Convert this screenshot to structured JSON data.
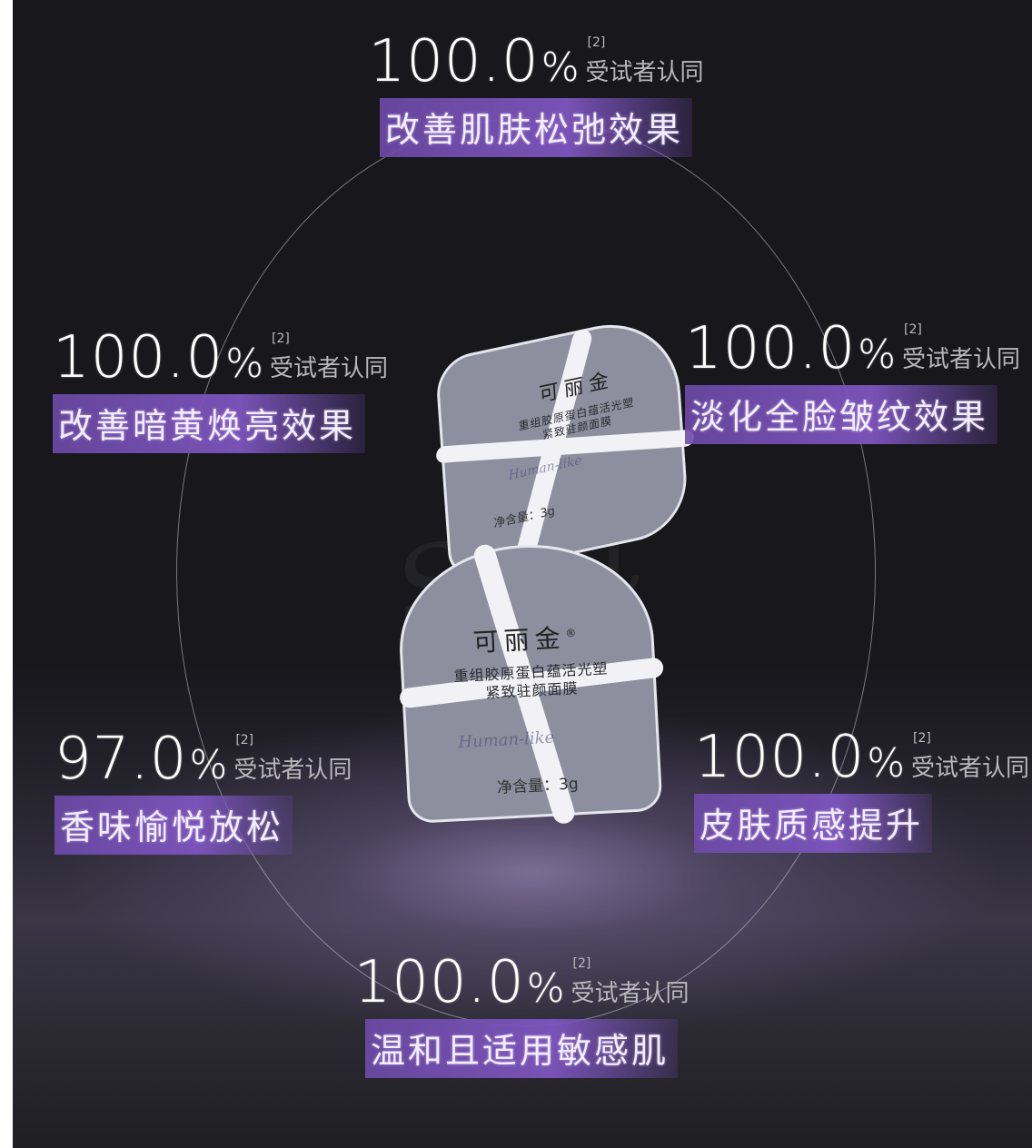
{
  "stats": [
    {
      "id": "top",
      "percent": "100.0",
      "symbol": "%",
      "ref": "[2]",
      "agree": "受试者认同",
      "label": "改善肌肤松弛效果"
    },
    {
      "id": "left-upper",
      "percent": "100.0",
      "symbol": "%",
      "ref": "[2]",
      "agree": "受试者认同",
      "label": "改善暗黄焕亮效果"
    },
    {
      "id": "right-upper",
      "percent": "100.0",
      "symbol": "%",
      "ref": "[2]",
      "agree": "受试者认同",
      "label": "淡化全脸皱纹效果"
    },
    {
      "id": "left-lower",
      "percent": "97.0",
      "symbol": "%",
      "ref": "[2]",
      "agree": "受试者认同",
      "label": "香味愉悦放松"
    },
    {
      "id": "right-lower",
      "percent": "100.0",
      "symbol": "%",
      "ref": "[2]",
      "agree": "受试者认同",
      "label": "皮肤质感提升"
    },
    {
      "id": "bottom",
      "percent": "100.0",
      "symbol": "%",
      "ref": "[2]",
      "agree": "受试者认同",
      "label": "温和且适用敏感肌"
    }
  ],
  "product": {
    "brand": "可丽金",
    "registered": "®",
    "name_line1": "重组胶原蛋白蕴活光塑",
    "name_line2": "紧致驻颜面膜",
    "net_content": "净含量：3g",
    "signature": "Human-like",
    "net_content_small": "净含量：3g"
  },
  "colors": {
    "background": "#17171c",
    "label_purple": "#7d55be",
    "text_white": "#ffffff",
    "text_grey": "#b8b8bc"
  }
}
